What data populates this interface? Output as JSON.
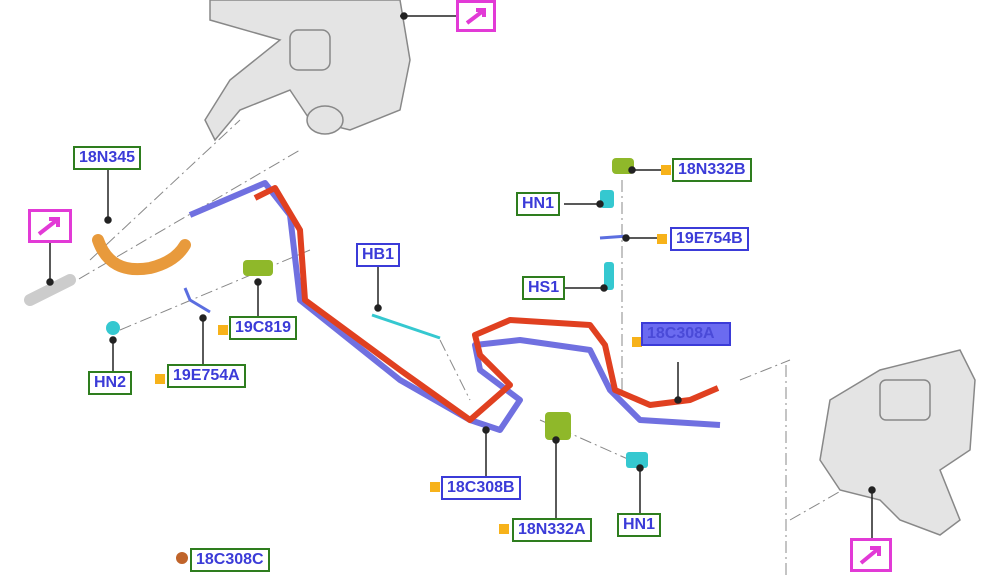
{
  "labels": {
    "l18N345": "18N345",
    "lHB1": "HB1",
    "l19C819": "19C819",
    "lHN2": "HN2",
    "l19E754A": "19E754A",
    "l18N332B": "18N332B",
    "lHN1_top": "HN1",
    "l19E754B": "19E754B",
    "lHS1": "HS1",
    "l18C308A": "18C308A",
    "l18C308B": "18C308B",
    "l18N332A": "18N332A",
    "lHN1_bottom": "HN1",
    "l18C308C": "18C308C"
  },
  "icons": {
    "view_link": "arrow-link-icon"
  },
  "colors": {
    "green_border": "#2e7d1e",
    "blue_border": "#3b3bd8",
    "magenta": "#e23ad6",
    "tube_red": "#e04020",
    "tube_blue": "#7070e0",
    "marker_orange": "#f7b21a"
  }
}
